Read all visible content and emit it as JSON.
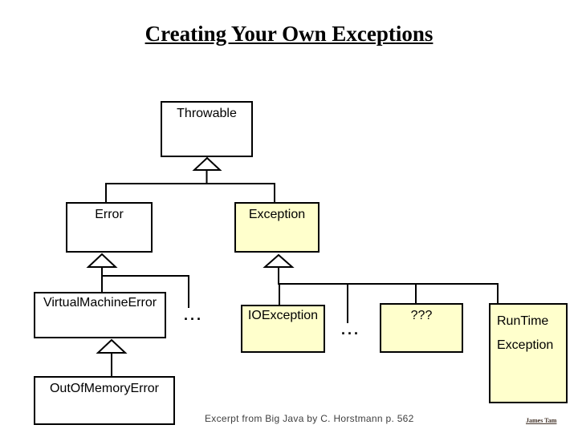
{
  "slide": {
    "title": "Creating Your Own Exceptions",
    "citation": "Excerpt from Big Java by C. Horstmann p. 562",
    "author": "James Tam"
  },
  "colors": {
    "highlight_fill": "#ffffcc",
    "plain_fill": "#ffffff",
    "line_color": "#000000",
    "citation_color": "#3f3f3f"
  },
  "diagram": {
    "type": "class-inheritance-hierarchy",
    "nodes": {
      "throwable": {
        "label": "Throwable"
      },
      "error": {
        "label": "Error"
      },
      "exception": {
        "label": "Exception"
      },
      "virtual_machine_error": {
        "label": "VirtualMachineError"
      },
      "out_of_memory_error": {
        "label": "OutOfMemoryError"
      },
      "io_exception": {
        "label": "IOException"
      },
      "unknown": {
        "label": "???"
      },
      "runtime_exception": {
        "label_line1": "RunTime",
        "label_line2": "Exception"
      }
    },
    "ellipsis_error_children": "...",
    "ellipsis_exception_children": "...",
    "edges": [
      {
        "parent": "Throwable",
        "child": "Error"
      },
      {
        "parent": "Throwable",
        "child": "Exception"
      },
      {
        "parent": "Error",
        "child": "VirtualMachineError"
      },
      {
        "parent": "Error",
        "child": "..."
      },
      {
        "parent": "VirtualMachineError",
        "child": "OutOfMemoryError"
      },
      {
        "parent": "Exception",
        "child": "IOException"
      },
      {
        "parent": "Exception",
        "child": "..."
      },
      {
        "parent": "Exception",
        "child": "???"
      },
      {
        "parent": "Exception",
        "child": "RunTimeException"
      }
    ]
  }
}
